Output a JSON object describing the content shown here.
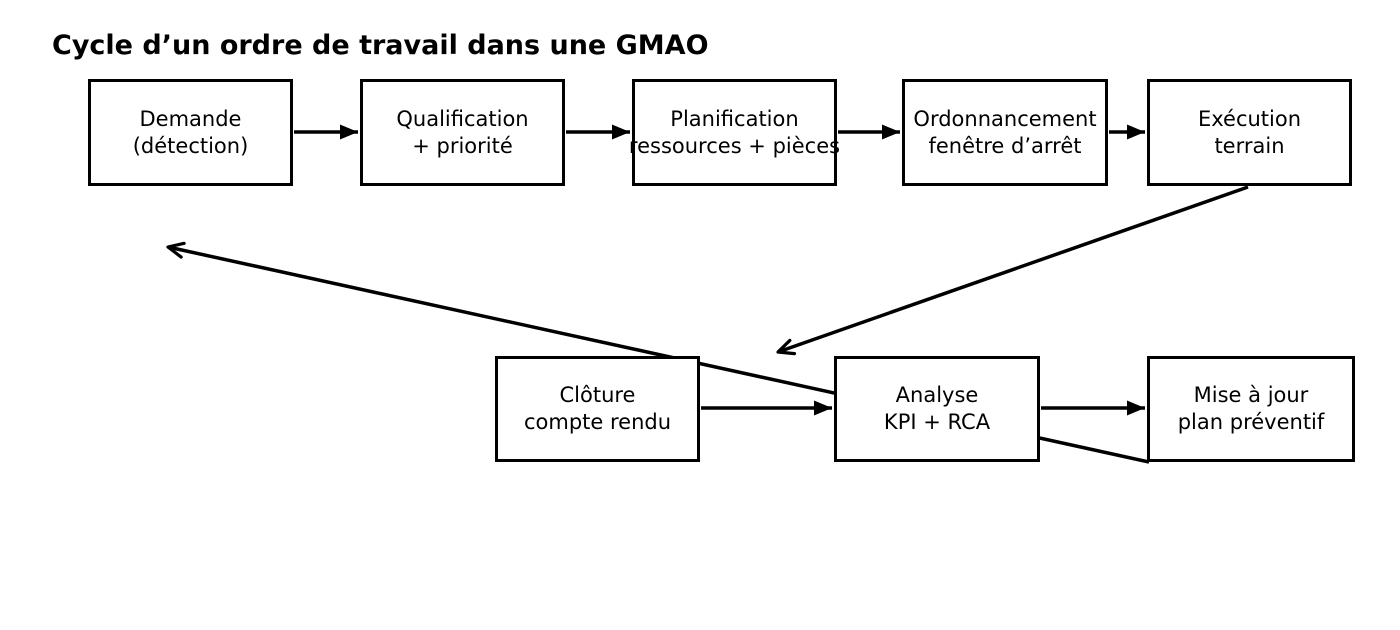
{
  "title": "Cycle d’un ordre de travail dans une GMAO",
  "nodes": [
    {
      "id": "demande",
      "line1": "Demande",
      "line2": "(détection)"
    },
    {
      "id": "qualification",
      "line1": "Qualification",
      "line2": "+ priorité"
    },
    {
      "id": "planification",
      "line1": "Planification",
      "line2": "ressources + pièces"
    },
    {
      "id": "ordonnancement",
      "line1": "Ordonnancement",
      "line2": "fenêtre d’arrêt"
    },
    {
      "id": "execution",
      "line1": "Exécution",
      "line2": "terrain"
    },
    {
      "id": "cloture",
      "line1": "Clôture",
      "line2": "compte rendu"
    },
    {
      "id": "analyse",
      "line1": "Analyse",
      "line2": "KPI + RCA"
    },
    {
      "id": "miseajour",
      "line1": "Mise à jour",
      "line2": "plan préventif"
    }
  ],
  "edges": [
    {
      "from": "demande",
      "to": "qualification",
      "head": "filled-triangle"
    },
    {
      "from": "qualification",
      "to": "planification",
      "head": "filled-triangle"
    },
    {
      "from": "planification",
      "to": "ordonnancement",
      "head": "filled-triangle"
    },
    {
      "from": "ordonnancement",
      "to": "execution",
      "head": "filled-triangle"
    },
    {
      "from": "cloture",
      "to": "analyse",
      "head": "filled-triangle"
    },
    {
      "from": "analyse",
      "to": "miseajour",
      "head": "filled-triangle"
    },
    {
      "from": "execution",
      "to": "cloture",
      "head": "open-vee"
    },
    {
      "from": "miseajour",
      "to": "demande",
      "head": "open-vee"
    }
  ],
  "colors": {
    "line": "#000000",
    "text": "#000000",
    "box_fill": "#ffffff",
    "background": "#ffffff"
  }
}
